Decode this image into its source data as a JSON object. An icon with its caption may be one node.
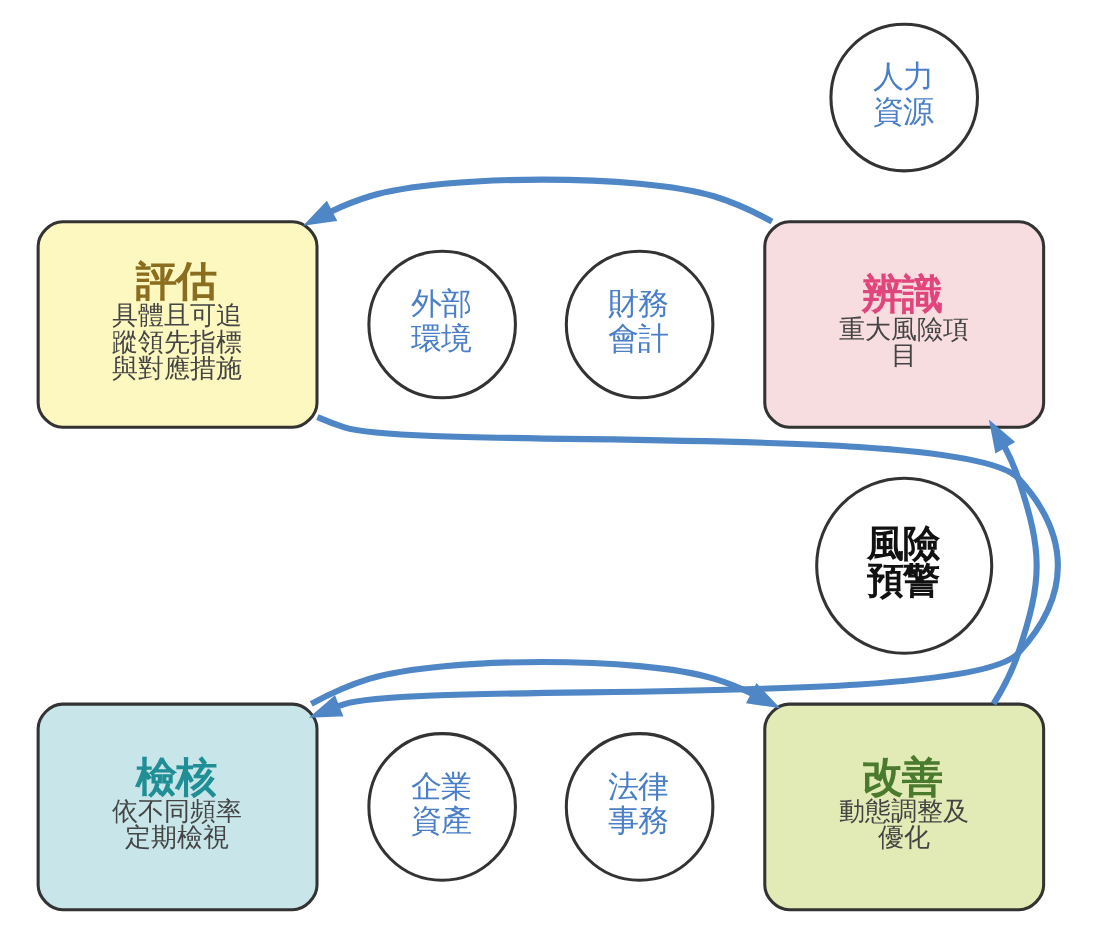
{
  "diagram": {
    "nodes": [
      {
        "text": [
          "人力資源"
        ]
      },
      {
        "text": [
          "辨識",
          "重大風險項目"
        ]
      },
      {
        "text": [
          "評估",
          "具體且可追蹤領先指標與對應措施"
        ]
      },
      {
        "text": [
          "財務會計"
        ]
      },
      {
        "text": [
          "外部環境"
        ]
      },
      {
        "text": [
          "風險預警"
        ]
      },
      {
        "text": [
          "改善",
          "動態調整及優化"
        ]
      },
      {
        "text": [
          "檢核",
          "依不同頻率定期檢視"
        ]
      },
      {
        "text": [
          "法律事務"
        ]
      },
      {
        "text": [
          "企業資產"
        ]
      }
    ],
    "edges": [
      {
        "from": 1,
        "to": 2,
        "arrow": "to"
      },
      {
        "from": 2,
        "to": 7,
        "arrow": "to"
      },
      {
        "from": 7,
        "to": 6,
        "arrow": "to"
      },
      {
        "from": 6,
        "to": 1,
        "arrow": "to"
      }
    ]
  }
}
